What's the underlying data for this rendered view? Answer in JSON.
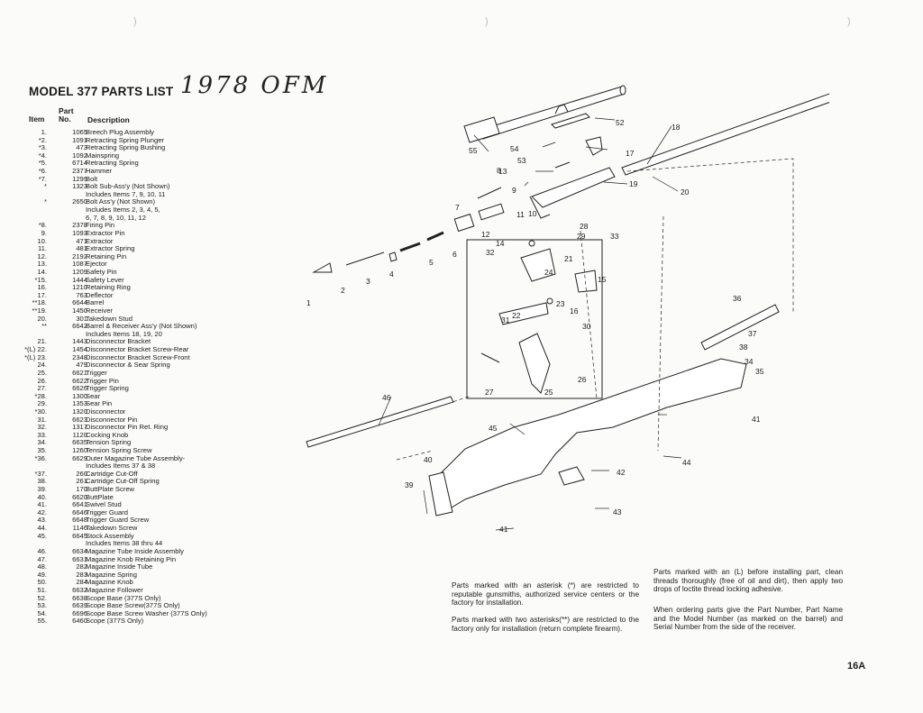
{
  "title": "MODEL 377 PARTS LIST",
  "handwritten": "1978 OFM",
  "headers": {
    "part": "Part",
    "item": "Item",
    "no": "No.",
    "description": "Description"
  },
  "parts": [
    {
      "item": "1.",
      "no": "1065",
      "desc": "Breech Plug Assembly"
    },
    {
      "item": "*2.",
      "no": "1091",
      "desc": "Retracting Spring Plunger"
    },
    {
      "item": "*3.",
      "no": "473",
      "desc": "Retracting Spring Bushing"
    },
    {
      "item": "*4.",
      "no": "1092",
      "desc": "Mainspring"
    },
    {
      "item": "*5.",
      "no": "6714",
      "desc": "Retracting Spring"
    },
    {
      "item": "*6.",
      "no": "2377",
      "desc": "Hammer"
    },
    {
      "item": "*7.",
      "no": "1299",
      "desc": "Bolt"
    },
    {
      "item": "*",
      "no": "1323",
      "desc": "Bolt Sub-Ass'y (Not Shown)"
    },
    {
      "item": "",
      "no": "",
      "desc": "Includes Items 7, 9, 10, 11"
    },
    {
      "item": "*",
      "no": "2650",
      "desc": "Bolt Ass'y (Not Shown)"
    },
    {
      "item": "",
      "no": "",
      "desc": "Includes Items 2, 3, 4, 5,"
    },
    {
      "item": "",
      "no": "",
      "desc": "6, 7, 8, 9, 10, 11, 12"
    },
    {
      "item": "*8.",
      "no": "2378",
      "desc": "Firing Pin"
    },
    {
      "item": "9.",
      "no": "1093",
      "desc": "Extractor Pin"
    },
    {
      "item": "10.",
      "no": "471",
      "desc": "Extractor"
    },
    {
      "item": "11.",
      "no": "481",
      "desc": "Extractor Spring"
    },
    {
      "item": "12.",
      "no": "2192",
      "desc": "Retaining Pin"
    },
    {
      "item": "13.",
      "no": "1087",
      "desc": "Ejector"
    },
    {
      "item": "14.",
      "no": "1209",
      "desc": "Safety Pin"
    },
    {
      "item": "*15.",
      "no": "1444",
      "desc": "Safety Lever"
    },
    {
      "item": "16.",
      "no": "1210",
      "desc": "Retaining Ring"
    },
    {
      "item": "17.",
      "no": "763",
      "desc": "Deflector"
    },
    {
      "item": "**18.",
      "no": "6644",
      "desc": "Barrel"
    },
    {
      "item": "**19.",
      "no": "1450",
      "desc": "Receiver"
    },
    {
      "item": "20.",
      "no": "301",
      "desc": "Takedown Stud"
    },
    {
      "item": "**",
      "no": "6642",
      "desc": "Barrel & Receiver Ass'y (Not Shown)"
    },
    {
      "item": "",
      "no": "",
      "desc": "Includes Items 18, 19, 20"
    },
    {
      "item": "21.",
      "no": "1443",
      "desc": "Disconnector Bracket"
    },
    {
      "item": "*(L) 22.",
      "no": "1454",
      "desc": "Disconnector Bracket Screw-Rear"
    },
    {
      "item": "*(L) 23.",
      "no": "2348",
      "desc": "Disconnector Bracket Screw-Front"
    },
    {
      "item": "24.",
      "no": "479",
      "desc": "Disconnector & Sear Spring"
    },
    {
      "item": "25.",
      "no": "6621",
      "desc": "Trigger"
    },
    {
      "item": "26.",
      "no": "6622",
      "desc": "Trigger Pin"
    },
    {
      "item": "27.",
      "no": "6626",
      "desc": "Trigger Spring"
    },
    {
      "item": "*28.",
      "no": "1300",
      "desc": "Sear"
    },
    {
      "item": "29.",
      "no": "1353",
      "desc": "Sear Pin"
    },
    {
      "item": "*30.",
      "no": "1320",
      "desc": "Disconnector"
    },
    {
      "item": "31.",
      "no": "6623",
      "desc": "Disconnector Pin"
    },
    {
      "item": "32.",
      "no": "1317",
      "desc": "Disconnector Pin Ret. Ring"
    },
    {
      "item": "33.",
      "no": "1120",
      "desc": "Cocking Knob"
    },
    {
      "item": "34.",
      "no": "6635",
      "desc": "Tension Spring"
    },
    {
      "item": "35.",
      "no": "1260",
      "desc": "Tension Spring Screw"
    },
    {
      "item": "*36.",
      "no": "6629",
      "desc": "Outer Magazine Tube Assembly-"
    },
    {
      "item": "",
      "no": "",
      "desc": "Includes Items 37 & 38"
    },
    {
      "item": "*37.",
      "no": "260",
      "desc": "Cartridge Cut-Off"
    },
    {
      "item": "38.",
      "no": "261",
      "desc": "Cartridge Cut-Off Spring"
    },
    {
      "item": "39.",
      "no": "170",
      "desc": "ButtPlate Screw"
    },
    {
      "item": "40.",
      "no": "6620",
      "desc": "ButtPlate"
    },
    {
      "item": "41.",
      "no": "6641",
      "desc": "Swivel Stud"
    },
    {
      "item": "42.",
      "no": "6646",
      "desc": "Trigger Guard"
    },
    {
      "item": "43.",
      "no": "6648",
      "desc": "Trigger Guard Screw"
    },
    {
      "item": "44.",
      "no": "1146",
      "desc": "Takedown Screw"
    },
    {
      "item": "45.",
      "no": "6645",
      "desc": "Stock Assembly"
    },
    {
      "item": "",
      "no": "",
      "desc": "Includes Items 38 thru 44"
    },
    {
      "item": "46.",
      "no": "6634",
      "desc": "Magazine Tube Inside Assembly"
    },
    {
      "item": "47.",
      "no": "6631",
      "desc": "Magazine Knob Retaining Pin"
    },
    {
      "item": "48.",
      "no": "282",
      "desc": "Magazine Inside Tube"
    },
    {
      "item": "49.",
      "no": "283",
      "desc": "Magazine Spring"
    },
    {
      "item": "50.",
      "no": "284",
      "desc": "Magazine Knob"
    },
    {
      "item": "51.",
      "no": "6632",
      "desc": "Magazine Follower"
    },
    {
      "item": "52.",
      "no": "6638",
      "desc": "Scope Base (377S Only)"
    },
    {
      "item": "53.",
      "no": "6639",
      "desc": "Scope Base Screw(377S Only)"
    },
    {
      "item": "54.",
      "no": "6696",
      "desc": "Scope Base Screw Washer (377S Only)"
    },
    {
      "item": "55.",
      "no": "6460",
      "desc": "Scope (377S Only)"
    }
  ],
  "diagram_labels": [
    "1",
    "2",
    "3",
    "4",
    "5",
    "6",
    "7",
    "8",
    "9",
    "10",
    "11",
    "12",
    "13",
    "14",
    "15",
    "16",
    "17",
    "18",
    "19",
    "20",
    "21",
    "22",
    "23",
    "24",
    "25",
    "26",
    "27",
    "28",
    "29",
    "30",
    "31",
    "32",
    "33",
    "34",
    "35",
    "36",
    "37",
    "38",
    "39",
    "40",
    "41",
    "41",
    "42",
    "43",
    "44",
    "45",
    "46",
    "52",
    "53",
    "54",
    "55"
  ],
  "notes": {
    "asterisk": "Parts marked with an asterisk (*) are restricted to reputable gunsmiths, authorized service centers or the factory for installation.",
    "double_asterisk": "Parts marked with two asterisks(**) are restricted to the factory only for installation (return complete firearm).",
    "loctite": "Parts marked with an (L) before installing part, clean threads thoroughly (free of oil and dirt), then apply two drops of loctite thread locking adhesive.",
    "ordering": "When ordering parts give the Part Number, Part Name and the Model Number (as marked on the barrel) and Serial Number from the side of the receiver."
  },
  "page_number": "16A"
}
